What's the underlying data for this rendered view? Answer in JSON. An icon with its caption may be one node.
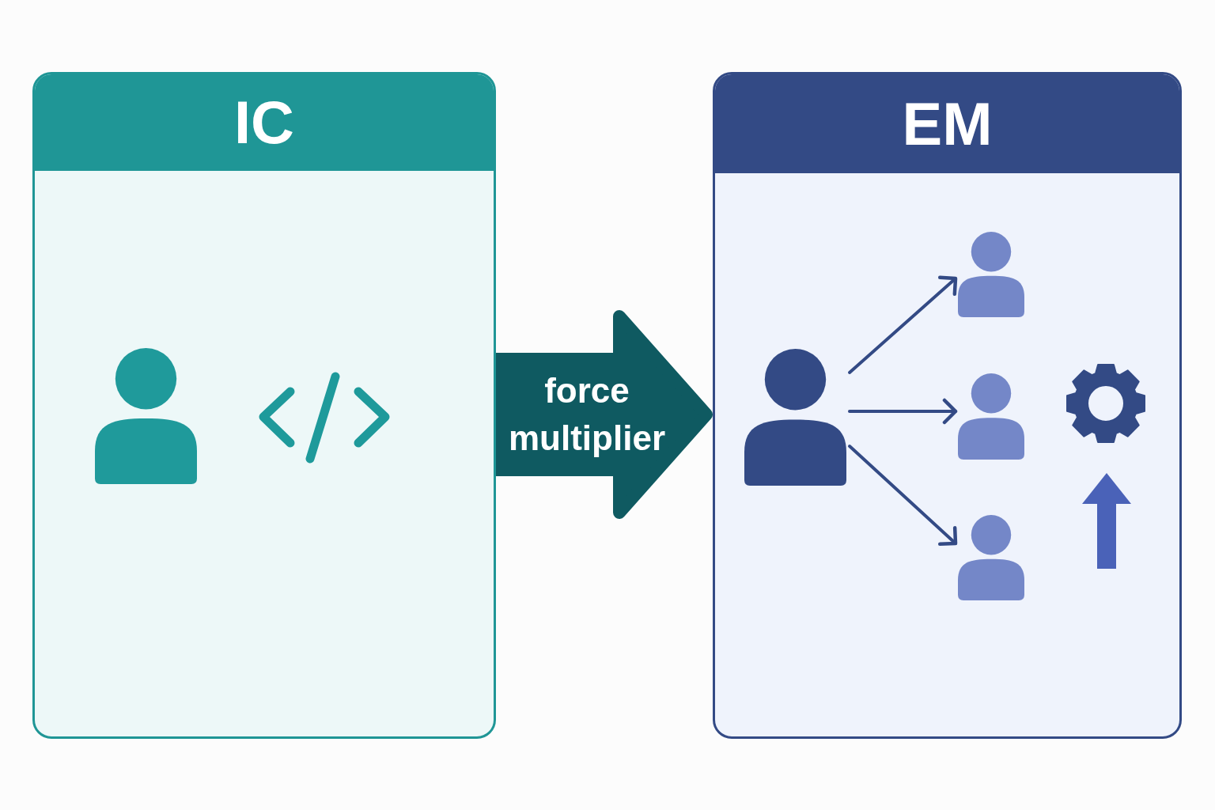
{
  "diagram": {
    "nodes": [
      {
        "text": [
          "IC"
        ]
      },
      {
        "text": [],
        "shape": "person",
        "in": 0
      },
      {
        "text": [
          "EM"
        ]
      },
      {
        "text": [],
        "shape": "person",
        "in": 2
      },
      {
        "text": [],
        "shape": "person",
        "in": 2
      },
      {
        "text": [],
        "shape": "person",
        "in": 2
      },
      {
        "text": [],
        "shape": "person",
        "in": 2
      }
    ],
    "edges": [
      {
        "from": 0,
        "to": 2,
        "arrow": "to",
        "label": "force multiplier",
        "style": "thick",
        "color": "#0f5a61"
      },
      {
        "from": 3,
        "to": 4,
        "arrow": "to"
      },
      {
        "from": 3,
        "to": 5,
        "arrow": "to"
      },
      {
        "from": 3,
        "to": 6,
        "arrow": "to"
      }
    ]
  }
}
